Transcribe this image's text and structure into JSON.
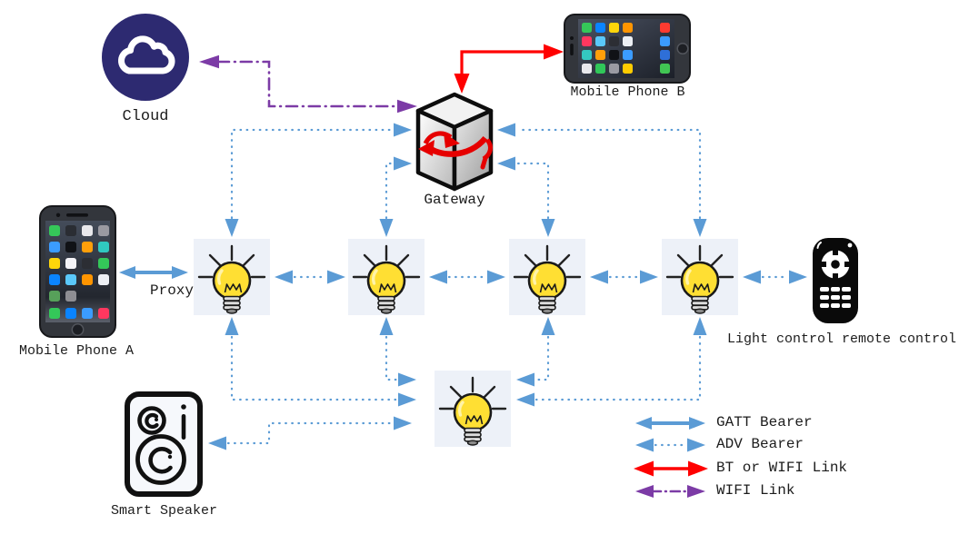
{
  "diagram": {
    "type": "bluetooth-mesh-network-topology",
    "nodes": {
      "cloud": {
        "label": "Cloud"
      },
      "gateway": {
        "label": "Gateway"
      },
      "mobile_phone_b": {
        "label": "Mobile Phone B"
      },
      "mobile_phone_a": {
        "label": "Mobile Phone A"
      },
      "proxy": {
        "label": "Proxy"
      },
      "remote_control": {
        "label": "Light control remote control"
      },
      "smart_speaker": {
        "label": "Smart Speaker"
      },
      "light_nodes": {
        "count": 5
      }
    },
    "legend": {
      "items": [
        {
          "id": "gatt",
          "label": "GATT Bearer",
          "line_style": "solid",
          "color": "#5B9BD5"
        },
        {
          "id": "adv",
          "label": "ADV Bearer",
          "line_style": "dotted",
          "color": "#5B9BD5"
        },
        {
          "id": "bt-or-wifi",
          "label": "BT or WIFI Link",
          "line_style": "solid",
          "color": "#FF0000"
        },
        {
          "id": "wifi",
          "label": "WIFI Link",
          "line_style": "dash-dot",
          "color": "#7C3BA6"
        }
      ]
    },
    "colors": {
      "gatt_bearer": "#5B9BD5",
      "adv_bearer": "#5B9BD5",
      "bt_or_wifi_link": "#FF0000",
      "wifi_link": "#7C3BA6",
      "bulb_background": "#EDF1F8",
      "bulb_glass": "#FFDF33",
      "cloud_circle": "#2D2A71"
    }
  }
}
